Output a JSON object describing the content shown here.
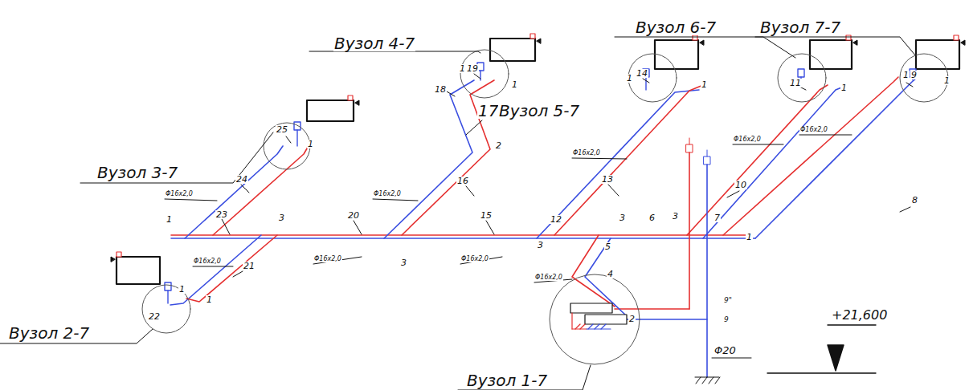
{
  "diagram": {
    "labels": [
      "Вузол 4-7",
      "Вузол 6-7",
      "Вузол 7-7",
      "17",
      "Вузол 5-7",
      "Вузол 3-7",
      "Вузол 2-7",
      "Вузол 1-7",
      "+21,600",
      "1",
      "19",
      "18",
      "1",
      "1",
      "14",
      "1",
      "11",
      "1",
      "1",
      "9",
      "1",
      "25",
      "1",
      "2",
      "16",
      "13",
      "10",
      "8",
      "24",
      "1",
      "23",
      "3",
      "20",
      "3",
      "15",
      "3",
      "12",
      "3",
      "6",
      "3",
      "7",
      "1",
      "5",
      "4",
      "2",
      "9\"",
      "9",
      "21",
      "1",
      "22",
      "1",
      "Φ20",
      "Φ16x2,0",
      "Φ16x2,0",
      "Φ16x2,0",
      "Φ16x2,0",
      "Φ16x2,0",
      "Φ16x2,0",
      "Φ16x2,0",
      "Φ16x2,0",
      "Φ16x2,0"
    ]
  }
}
